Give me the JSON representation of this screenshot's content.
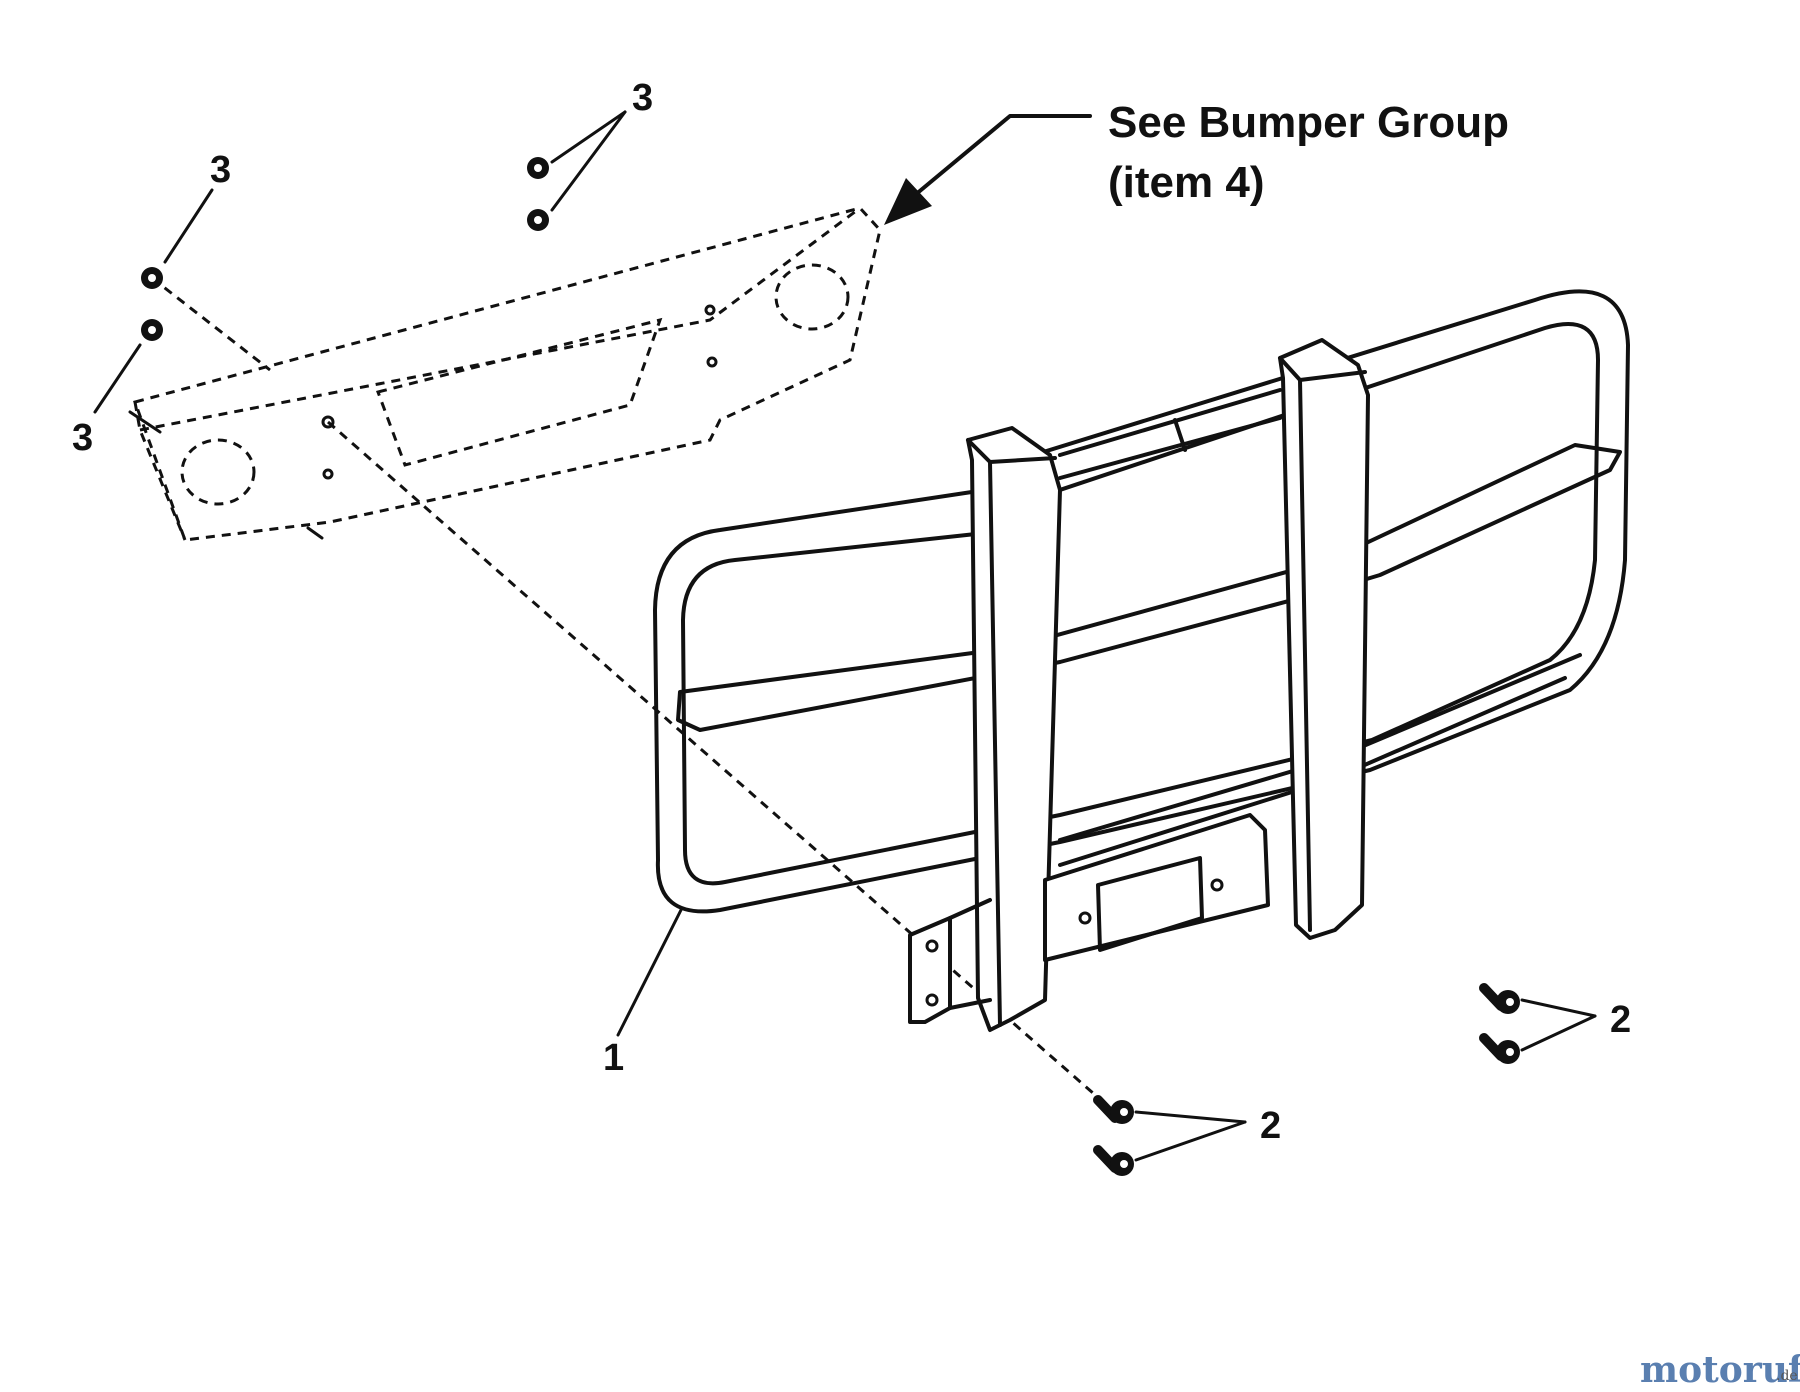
{
  "callout": {
    "line1": "See Bumper Group",
    "line2": "(item 4)"
  },
  "labels": {
    "item1": "1",
    "item2a": "2",
    "item2b": "2",
    "item3a": "3",
    "item3b": "3",
    "item3c": "3"
  },
  "watermark": {
    "main": "motoruf",
    "suffix": ".de"
  }
}
